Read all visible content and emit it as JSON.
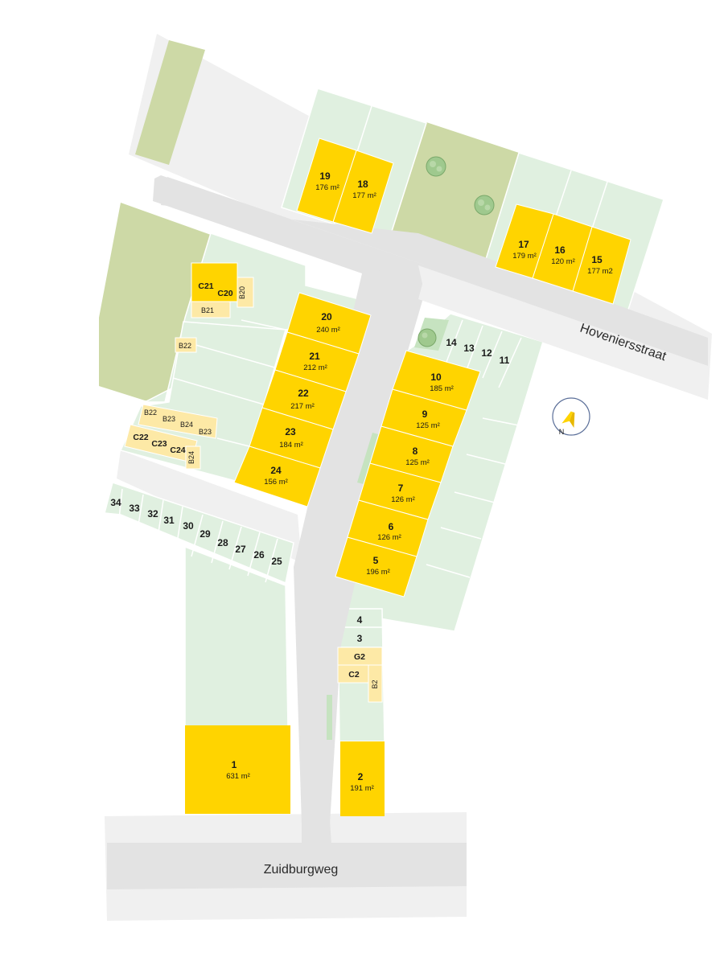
{
  "streets": {
    "hoveniersstraat": "Hoveniersstraat",
    "zuidburgweg": "Zuidburgweg"
  },
  "compass": {
    "label": "N",
    "icon": "compass-north-icon"
  },
  "colors": {
    "plot_sold": "#FFD400",
    "storage": "#FDE9A6",
    "garden": "#E0F0E0",
    "green_area": "#CDD9A6",
    "road": "#E3E3E3",
    "sidewalk": "#F0F0F0"
  },
  "plots": [
    {
      "id": "p1",
      "number": "1",
      "area": "631 m²"
    },
    {
      "id": "p2",
      "number": "2",
      "area": "191 m²"
    },
    {
      "id": "p5",
      "number": "5",
      "area": "196 m²"
    },
    {
      "id": "p6",
      "number": "6",
      "area": "126 m²"
    },
    {
      "id": "p7",
      "number": "7",
      "area": "126 m²"
    },
    {
      "id": "p8",
      "number": "8",
      "area": "125 m²"
    },
    {
      "id": "p9",
      "number": "9",
      "area": "125 m²"
    },
    {
      "id": "p10",
      "number": "10",
      "area": "185 m²"
    },
    {
      "id": "p15",
      "number": "15",
      "area": "177 m2"
    },
    {
      "id": "p16",
      "number": "16",
      "area": "120 m²"
    },
    {
      "id": "p17",
      "number": "17",
      "area": "179 m²"
    },
    {
      "id": "p18",
      "number": "18",
      "area": "177 m²"
    },
    {
      "id": "p19",
      "number": "19",
      "area": "176 m²"
    },
    {
      "id": "p20",
      "number": "20",
      "area": "240 m²"
    },
    {
      "id": "p21",
      "number": "21",
      "area": "212 m²"
    },
    {
      "id": "p22",
      "number": "22",
      "area": "217 m²"
    },
    {
      "id": "p23",
      "number": "23",
      "area": "184 m²"
    },
    {
      "id": "p24",
      "number": "24",
      "area": "156 m²"
    }
  ],
  "lots": [
    "34",
    "33",
    "32",
    "31",
    "30",
    "29",
    "28",
    "27",
    "26",
    "25",
    "14",
    "13",
    "12",
    "11",
    "4",
    "3"
  ],
  "storage_labels": [
    "C21",
    "C20",
    "B20",
    "B21",
    "B22",
    "B22",
    "B23",
    "B24",
    "B23",
    "C22",
    "C23",
    "C24",
    "B24",
    "G2",
    "C2",
    "B2"
  ]
}
